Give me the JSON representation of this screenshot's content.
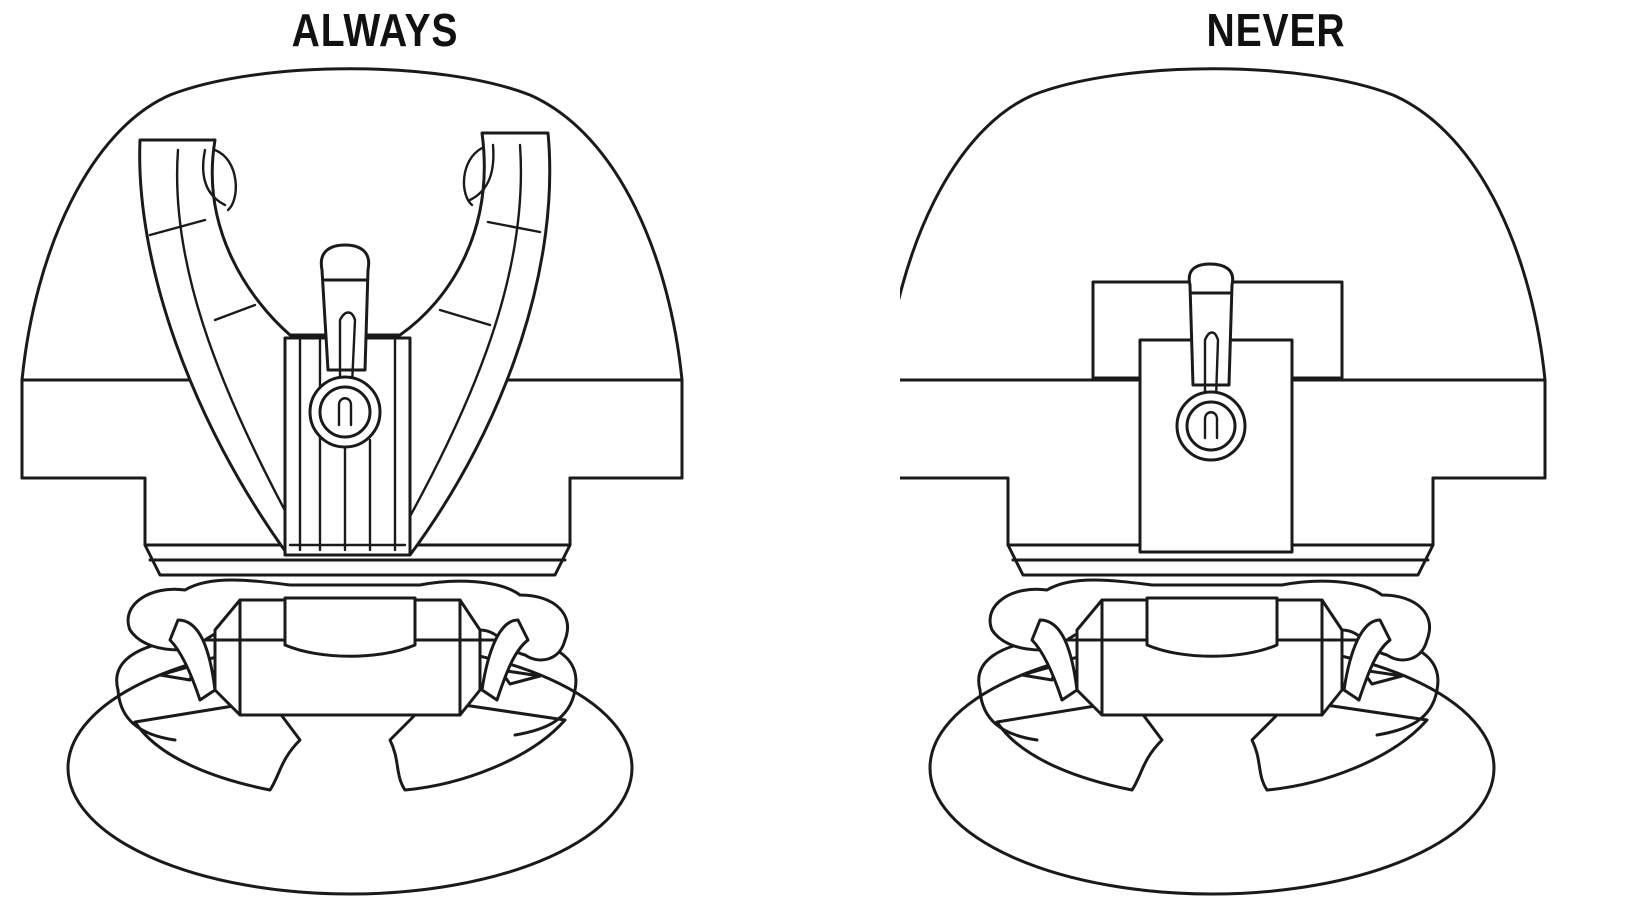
{
  "labels": {
    "left_title": "ALWAYS",
    "right_title": "NEVER"
  },
  "colors": {
    "line": "#1a1a1a",
    "background": "#ffffff"
  },
  "icons": {
    "left_illustration": "mount-with-fork-clamp-illustration",
    "right_illustration": "mount-with-block-plate-illustration",
    "suction_base": "suction-cup-base-icon",
    "lock": "knob-lock-icon"
  }
}
